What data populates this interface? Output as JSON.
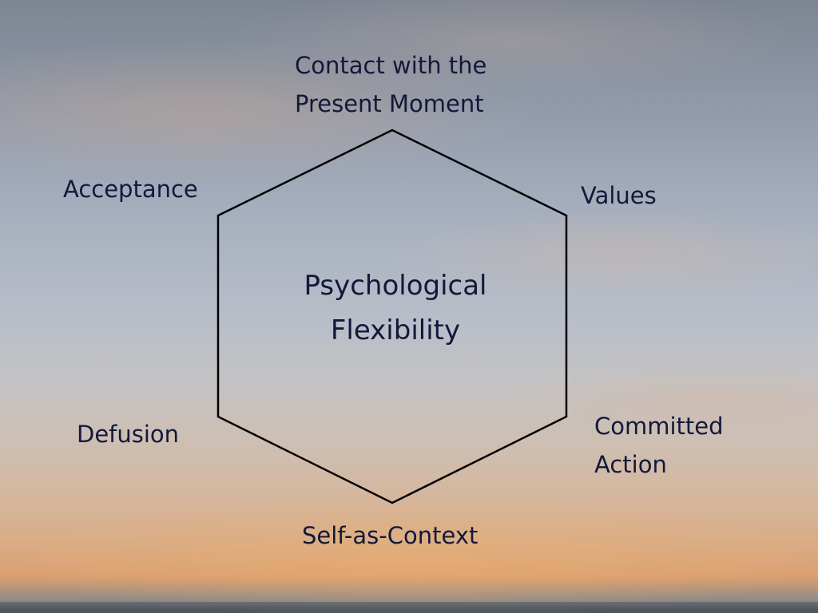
{
  "center": {
    "line1": "Psychological",
    "line2": "Flexibility"
  },
  "nodes": {
    "present_moment": {
      "line1": "Contact with the",
      "line2": "Present Moment"
    },
    "acceptance": {
      "label": "Acceptance"
    },
    "values": {
      "label": "Values"
    },
    "defusion": {
      "label": "Defusion"
    },
    "committed_action": {
      "line1": "Committed",
      "line2": "Action"
    },
    "self_as_context": {
      "label": "Self-as-Context"
    }
  },
  "colors": {
    "text": "#14183a",
    "outline": "#000000"
  }
}
